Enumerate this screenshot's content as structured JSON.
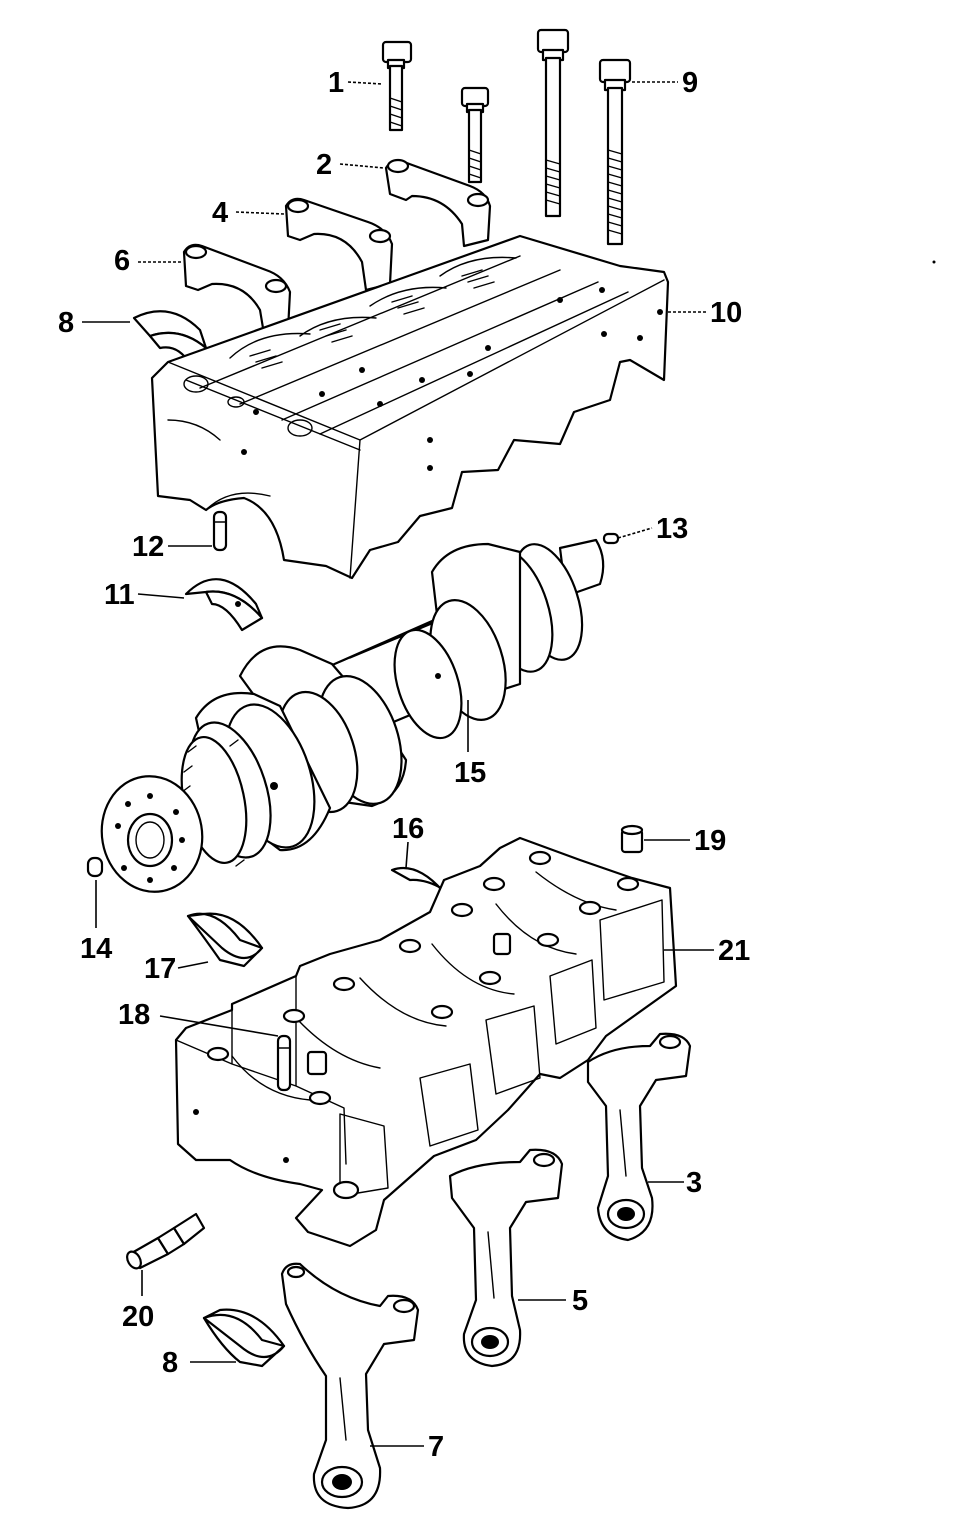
{
  "callouts": [
    "1",
    "2",
    "4",
    "6",
    "8",
    "9",
    "10",
    "12",
    "13",
    "11",
    "15",
    "16",
    "19",
    "14",
    "17",
    "21",
    "18",
    "3",
    "20",
    "5",
    "8",
    "7"
  ]
}
